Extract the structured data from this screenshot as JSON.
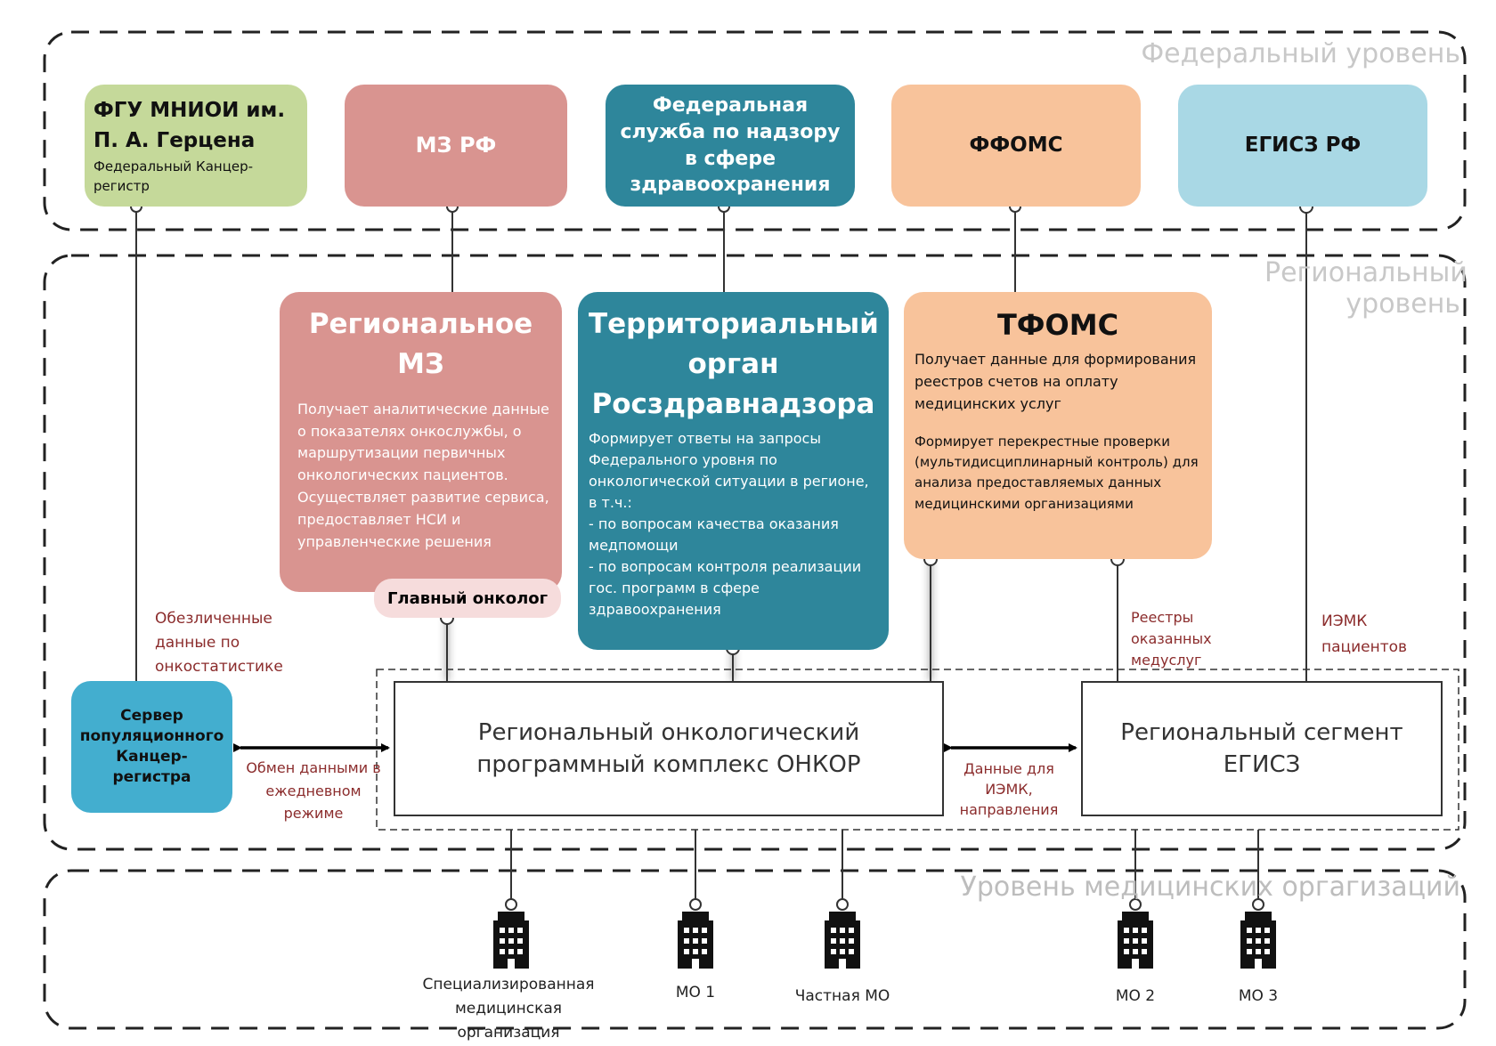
{
  "zones": {
    "federal": "Федеральный уровень",
    "regional": "Региональный уровень",
    "medical": "Уровень медицинских оргагизаций"
  },
  "federal_boxes": {
    "fgu": {
      "title": "ФГУ МНИОИ им. П. А. Герцена",
      "subtitle": "Федеральный Канцер-регистр"
    },
    "mz": "МЗ РФ",
    "service": "Федеральная служба по надзору в сфере здравоохранения",
    "ffoms": "ФФОМС",
    "egisz": "ЕГИСЗ РФ"
  },
  "regional_boxes": {
    "mz": {
      "title": "Региональное МЗ",
      "desc": "Получает аналитические данные о показателях онкослужбы, о маршрутизации первичных онкологических пациентов. Осуществляет развитие сервиса, предоставляет НСИ и управленческие решения"
    },
    "rzn": {
      "title": "Территориальный орган Росздравнадзора",
      "desc": "Формирует ответы на запросы Федерального уровня по онкологической ситуации в регионе, в т.ч.:\n- по вопросам качества оказания медпомощи\n- по вопросам контроля реализации гос. программ в сфере здравоохранения"
    },
    "tfoms": {
      "title": "ТФОМС",
      "desc1": "Получает данные для формирования реестров счетов на оплату медицинских услуг",
      "desc2": "Формирует перекрестные проверки (мультидисциплинарный контроль) для анализа предоставляемых данных медицинскими организациями"
    },
    "chief": "Главный онколог",
    "server": "Сервер популяционного Канцер-регистра",
    "onkor": "Региональный онкологический программный комплекс ОНКОР",
    "egisz_segment": "Региональный сегмент ЕГИСЗ"
  },
  "edge_labels": {
    "depersonalized": "Обезличенные данные по онкостатистике",
    "daily": "Обмен данными в ежедневном режиме",
    "iemk_data": "Данные для ИЭМК, направления",
    "registries": "Реестры оказанных медуслуг",
    "iemk_patients": "ИЭМК пациентов"
  },
  "organizations": [
    {
      "label": "Специализированная медицинская организация"
    },
    {
      "label": "МО 1"
    },
    {
      "label": "Частная МО"
    },
    {
      "label": "МО 2"
    },
    {
      "label": "МО 3"
    }
  ],
  "colors": {
    "green": "#c5d99a",
    "pink": "#d99490",
    "teal": "#2e869b",
    "peach": "#f8c39b",
    "lightblue": "#a9d8e5",
    "server_blue": "#43aecf",
    "label_red": "#8b2c2c",
    "zone_text": "#c8c8c8"
  }
}
